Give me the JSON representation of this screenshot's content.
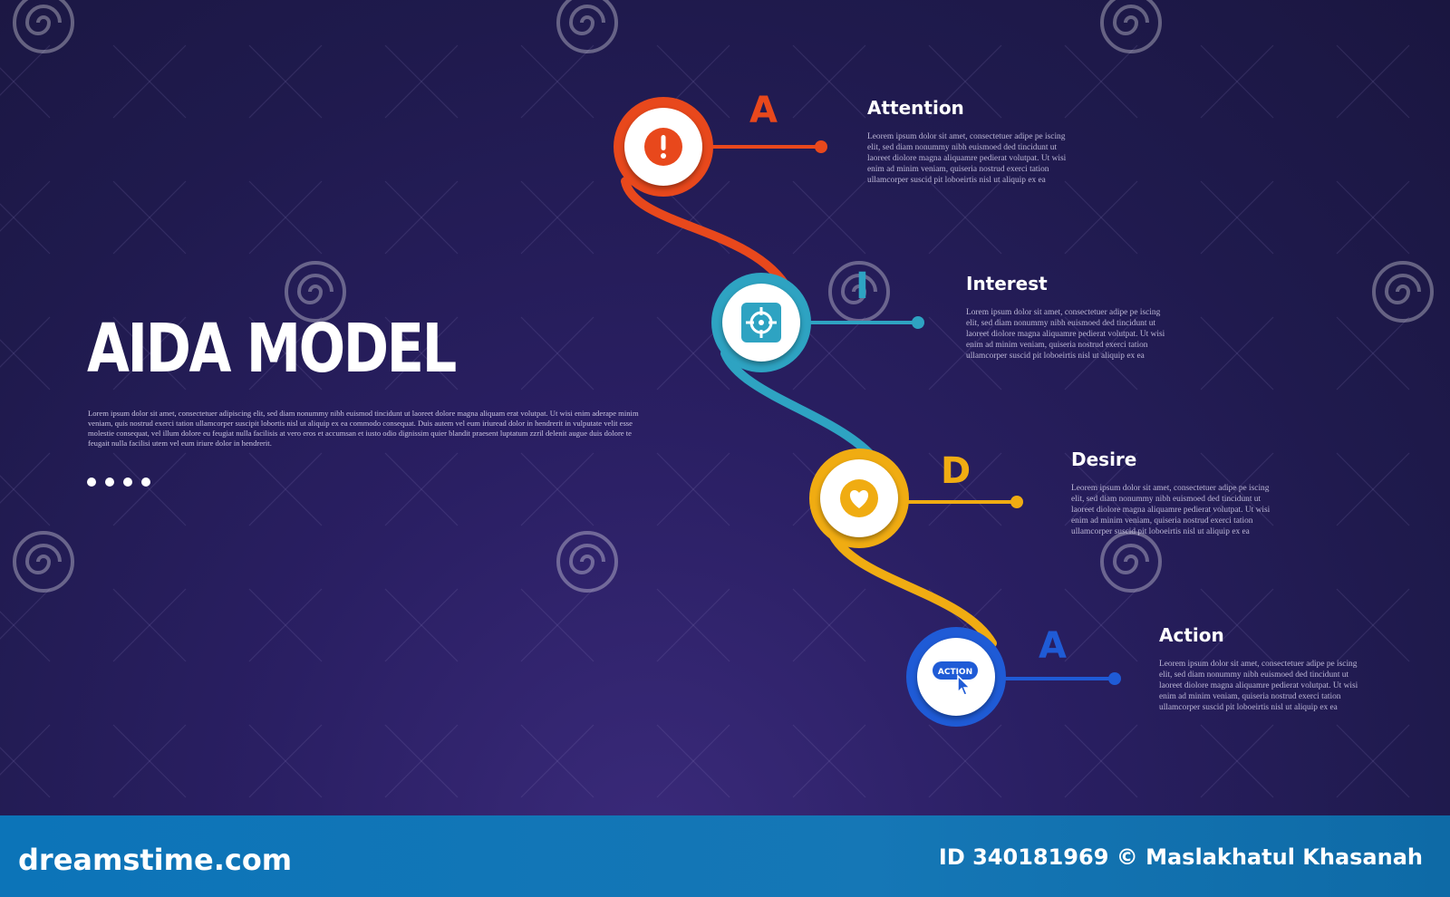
{
  "title": "AIDA MODEL",
  "intro": "Lorem ipsum dolor sit amet, consectetuer adipiscing elit, sed diam nonummy nibh euismod tincidunt ut laoreet dolore magna aliquam erat volutpat. Ut wisi enim aderape minim veniam, quis nostrud exerci tation ullamcorper suscipit lobortis nisl ut aliquip ex ea commodo consequat. Duis autem vel eum iriuread dolor in hendrerit in vulputate velit esse molestie consequat, vel illum dolore eu feugiat nulla facilisis at vero eros et accumsan et iusto odio dignissim quier blandit praesent luptatum zzril delenit augue duis dolore te feugait nulla facilisi utem vel eum iriure dolor in hendrerit.",
  "steps": [
    {
      "letter": "A",
      "title": "Attention",
      "color": "#e8481c",
      "icon": "exclamation-icon",
      "desc": "Leorem ipsum dolor sit amet, consectetuer adipe pe iscing elit, sed diam nonummy nibh euismoed ded tincidunt ut laoreet diolore magna aliquamre pedierat volutpat. Ut wisi enim ad minim veniam, quiseria nostrud exerci tation ullamcorper suscid pit loboeirtis nisl ut aliquip ex ea"
    },
    {
      "letter": "I",
      "title": "Interest",
      "color": "#2ea3c2",
      "icon": "target-icon",
      "desc": "Lorem ipsum dolor sit amet, consectetuer adipe pe iscing elit, sed diam nonummy nibh euismoed ded tincidunt ut laoreet diolore magna aliquamre pedierat volutpat. Ut wisi enim ad minim veniam, quiseria nostrud exerci tation ullamcorper suscid pit loboeirtis nisl ut aliquip ex ea"
    },
    {
      "letter": "D",
      "title": "Desire",
      "color": "#f0ac12",
      "icon": "heart-icon",
      "desc": "Leorem ipsum dolor sit amet, consectetuer adipe pe iscing elit, sed diam nonummy nibh euismoed ded tincidunt ut laoreet diolore magna aliquamre pedierat volutpat. Ut wisi enim ad minim veniam, quiseria nostrud exerci tation ullamcorper suscid pit loboeirtis nisl ut aliquip ex ea"
    },
    {
      "letter": "A",
      "title": "Action",
      "color": "#1f5bd6",
      "icon": "action-click-icon",
      "badge": "ACTION",
      "desc": "Leorem ipsum dolor sit amet, consectetuer adipe pe iscing elit, sed diam nonummy nibh euismoed ded tincidunt ut laoreet diolore magna aliquamre pedierat volutpat. Ut wisi enim ad minim veniam, quiseria nostrud exerci tation ullamcorper suscid pit loboeirtis nisl ut aliquip ex ea"
    }
  ],
  "watermark": "dreamstime",
  "footer": {
    "logo": "dreamstime.com",
    "credit": "ID 340181969 © Maslakhatul Khasanah"
  }
}
